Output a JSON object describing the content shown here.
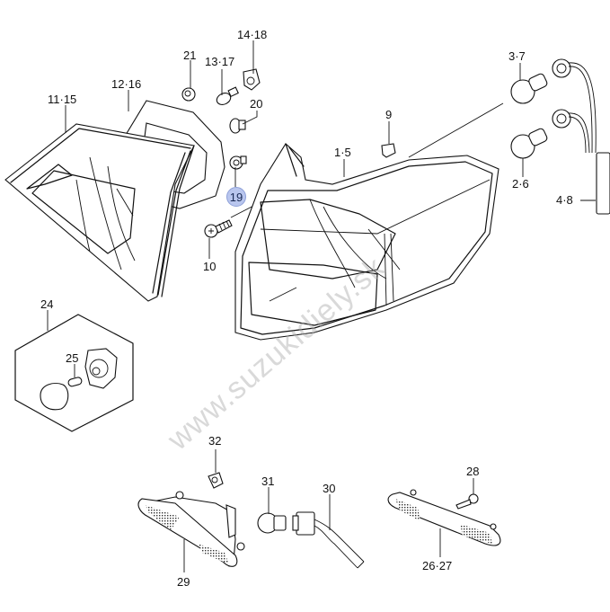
{
  "diagram": {
    "title": "Rear combination lamp & side marker lamps parts diagram",
    "watermark": "www.suzukidiely.sk",
    "highlight_color": "#b9c6ee",
    "line_color": "#111111"
  },
  "callouts": [
    {
      "id": "c-14-18",
      "text": "14·18",
      "part": "socket"
    },
    {
      "id": "c-21",
      "text": "21",
      "part": "grommet"
    },
    {
      "id": "c-13-17",
      "text": "13·17",
      "part": "bulb"
    },
    {
      "id": "c-12-16",
      "text": "12·16",
      "part": "gasket"
    },
    {
      "id": "c-11-15",
      "text": "11·15",
      "part": "inner-tail-lamp"
    },
    {
      "id": "c-20",
      "text": "20",
      "part": "clip"
    },
    {
      "id": "c-19",
      "text": "19",
      "part": "nut",
      "highlighted": true
    },
    {
      "id": "c-10",
      "text": "10",
      "part": "bolt"
    },
    {
      "id": "c-9",
      "text": "9",
      "part": "clip"
    },
    {
      "id": "c-1-5",
      "text": "1·5",
      "part": "rear-combination-lamp"
    },
    {
      "id": "c-3-7",
      "text": "3·7",
      "part": "bulb"
    },
    {
      "id": "c-2-6",
      "text": "2·6",
      "part": "bulb"
    },
    {
      "id": "c-4-8",
      "text": "4·8",
      "part": "socket-harness"
    },
    {
      "id": "c-24",
      "text": "24",
      "part": "license-lamp-assembly"
    },
    {
      "id": "c-25",
      "text": "25",
      "part": "bulb"
    },
    {
      "id": "c-32",
      "text": "32",
      "part": "nut"
    },
    {
      "id": "c-31",
      "text": "31",
      "part": "bulb"
    },
    {
      "id": "c-30",
      "text": "30",
      "part": "socket"
    },
    {
      "id": "c-29",
      "text": "29",
      "part": "side-marker-lamp"
    },
    {
      "id": "c-28",
      "text": "28",
      "part": "screw"
    },
    {
      "id": "c-26-27",
      "text": "26·27",
      "part": "side-reflector"
    }
  ]
}
